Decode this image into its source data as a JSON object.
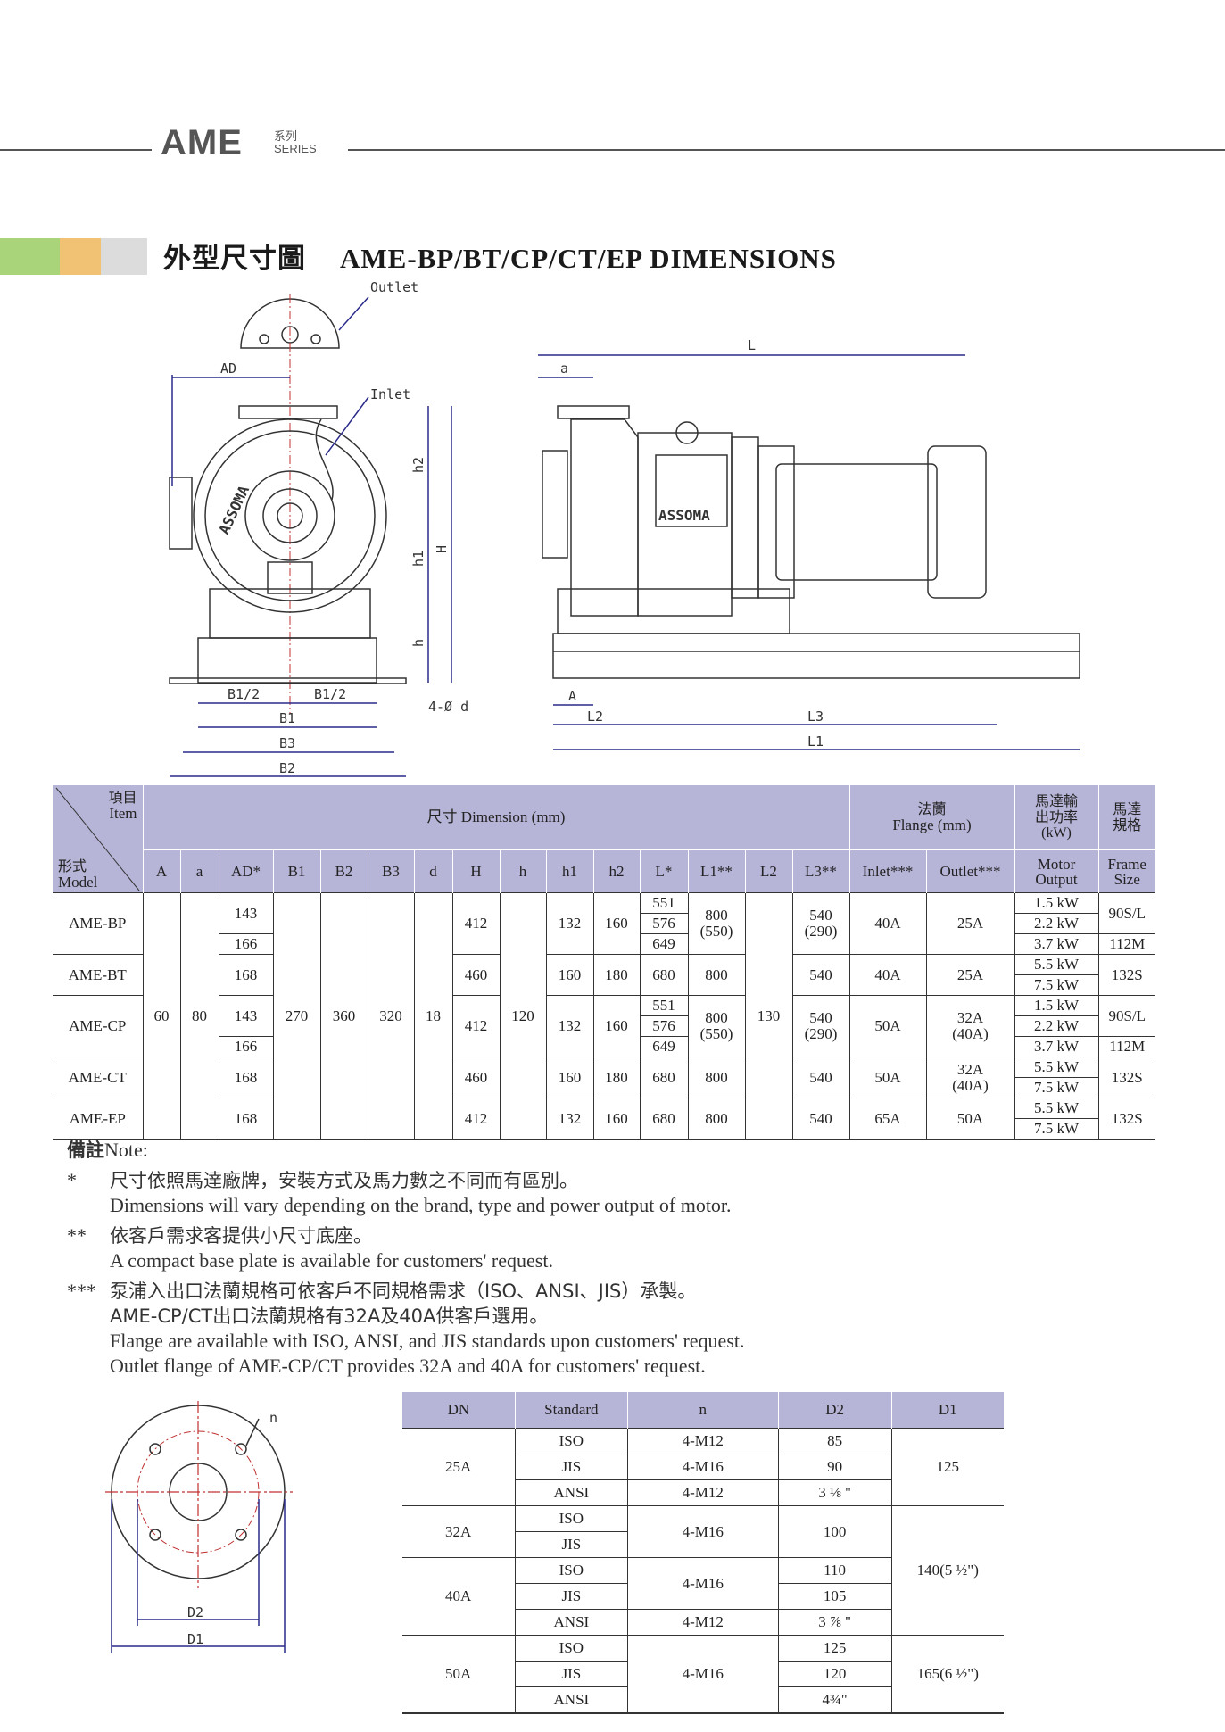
{
  "header": {
    "brand": "AME",
    "series_zh": "系列",
    "series_en": "SERIES"
  },
  "title": {
    "zh": "外型尺寸圖",
    "en": "AME-BP/BT/CP/CT/EP DIMENSIONS"
  },
  "colors": {
    "header_bg": "#b6b4d7",
    "green": "#a9d47a",
    "orange": "#f2c274",
    "gray": "#dcdcdc",
    "dim_line": "#2a2a8a"
  },
  "diagram": {
    "logo": "ASSOMA",
    "labels": {
      "outlet": "Outlet",
      "inlet": "Inlet",
      "AD": "AD",
      "h2": "h2",
      "h1": "h1",
      "H": "H",
      "h": "h",
      "B1_half_left": "B1/2",
      "B1_half_right": "B1/2",
      "B1": "B1",
      "B3": "B3",
      "B2": "B2",
      "d": "4-Ø d",
      "a": "a",
      "L": "L",
      "A": "A",
      "L2": "L2",
      "L3": "L3",
      "L1": "L1",
      "n": "n",
      "D2": "D2",
      "D1": "D1"
    }
  },
  "main_table": {
    "corner": {
      "item_zh": "項目",
      "item_en": "Item",
      "model_zh": "形式",
      "model_en": "Model"
    },
    "group_headers": {
      "dimension": "尺寸  Dimension (mm)",
      "flange_zh": "法蘭",
      "flange_en": "Flange (mm)",
      "motor_zh1": "馬達輸",
      "motor_zh2": "出功率",
      "motor_unit": "(kW)",
      "frame_zh1": "馬達",
      "frame_zh2": "規格"
    },
    "columns": [
      "A",
      "a",
      "AD*",
      "B1",
      "B2",
      "B3",
      "d",
      "H",
      "h",
      "h1",
      "h2",
      "L*",
      "L1**",
      "L2",
      "L3**",
      "Inlet***",
      "Outlet***",
      "Motor Output",
      "Frame Size"
    ],
    "shared": {
      "A": "60",
      "a": "80",
      "B1": "270",
      "B2": "360",
      "B3": "320",
      "d": "18",
      "h": "120",
      "L2": "130"
    },
    "rows": [
      {
        "model": "AME-BP",
        "AD": [
          "143",
          "166"
        ],
        "H": "412",
        "h1": "132",
        "h2": "160",
        "L": [
          "551",
          "576",
          "649"
        ],
        "L1": "800",
        "L1b": "(550)",
        "L3": "540",
        "L3b": "(290)",
        "inlet": "40A",
        "outlet": "25A",
        "outletb": "",
        "motor": [
          "1.5 kW",
          "2.2 kW",
          "3.7 kW"
        ],
        "frame": [
          "90S/L",
          "112M"
        ]
      },
      {
        "model": "AME-BT",
        "AD": [
          "168"
        ],
        "H": "460",
        "h1": "160",
        "h2": "180",
        "L": [
          "680"
        ],
        "L1": "800",
        "L1b": "",
        "L3": "540",
        "L3b": "",
        "inlet": "40A",
        "outlet": "25A",
        "outletb": "",
        "motor": [
          "5.5 kW",
          "7.5 kW"
        ],
        "frame": [
          "132S"
        ]
      },
      {
        "model": "AME-CP",
        "AD": [
          "143",
          "166"
        ],
        "H": "412",
        "h1": "132",
        "h2": "160",
        "L": [
          "551",
          "576",
          "649"
        ],
        "L1": "800",
        "L1b": "(550)",
        "L3": "540",
        "L3b": "(290)",
        "inlet": "50A",
        "outlet": "32A",
        "outletb": "(40A)",
        "motor": [
          "1.5 kW",
          "2.2 kW",
          "3.7 kW"
        ],
        "frame": [
          "90S/L",
          "112M"
        ]
      },
      {
        "model": "AME-CT",
        "AD": [
          "168"
        ],
        "H": "460",
        "h1": "160",
        "h2": "180",
        "L": [
          "680"
        ],
        "L1": "800",
        "L1b": "",
        "L3": "540",
        "L3b": "",
        "inlet": "50A",
        "outlet": "32A",
        "outletb": "(40A)",
        "motor": [
          "5.5 kW",
          "7.5 kW"
        ],
        "frame": [
          "132S"
        ]
      },
      {
        "model": "AME-EP",
        "AD": [
          "168"
        ],
        "H": "412",
        "h1": "132",
        "h2": "160",
        "L": [
          "680"
        ],
        "L1": "800",
        "L1b": "",
        "L3": "540",
        "L3b": "",
        "inlet": "65A",
        "outlet": "50A",
        "outletb": "",
        "motor": [
          "5.5 kW",
          "7.5 kW"
        ],
        "frame": [
          "132S"
        ]
      }
    ]
  },
  "notes": {
    "title_zh": "備註",
    "title_en": "Note:",
    "items": [
      {
        "mark": "*",
        "zh": "尺寸依照馬達廠牌，安裝方式及馬力數之不同而有區別。",
        "en": [
          "Dimensions will vary depending on the brand, type and power output of motor."
        ]
      },
      {
        "mark": "**",
        "zh": "依客戶需求客提供小尺寸底座。",
        "en": [
          "A compact base plate is available for customers' request."
        ]
      },
      {
        "mark": "***",
        "zh": "泵浦入出口法蘭規格可依客戶不同規格需求（ISO、ANSI、JIS）承製。",
        "zh2": "AME-CP/CT出口法蘭規格有32A及40A供客戶選用。",
        "en": [
          "Flange are available with ISO, ANSI, and JIS standards upon customers' request.",
          "Outlet flange of AME-CP/CT provides 32A and 40A for customers' request."
        ]
      }
    ]
  },
  "flange_table": {
    "headers": [
      "DN",
      "Standard",
      "n",
      "D2",
      "D1"
    ],
    "groups": [
      {
        "dn": "25A",
        "d1": "125",
        "rows": [
          {
            "std": "ISO",
            "n": "4-M12",
            "d2": "85"
          },
          {
            "std": "JIS",
            "n": "4-M16",
            "d2": "90"
          },
          {
            "std": "ANSI",
            "n": "4-M12",
            "d2": "3 ⅛ \""
          }
        ]
      },
      {
        "dn": "32A",
        "rows": [
          {
            "std": "ISO"
          },
          {
            "std": "JIS"
          }
        ],
        "n": "4-M16",
        "d2": "100"
      },
      {
        "dn": "40A",
        "d1": "140(5 ½\")",
        "rows": [
          {
            "std": "ISO",
            "d2": "110"
          },
          {
            "std": "JIS",
            "d2": "105"
          },
          {
            "std": "ANSI",
            "n": "4-M12",
            "d2": "3 ⅞ \""
          }
        ],
        "n": "4-M16"
      },
      {
        "dn": "50A",
        "d1": "165(6 ½\")",
        "n": "4-M16",
        "rows": [
          {
            "std": "ISO",
            "d2": "125"
          },
          {
            "std": "JIS",
            "d2": "120"
          },
          {
            "std": "ANSI",
            "d2": "4¾\""
          }
        ]
      }
    ]
  }
}
